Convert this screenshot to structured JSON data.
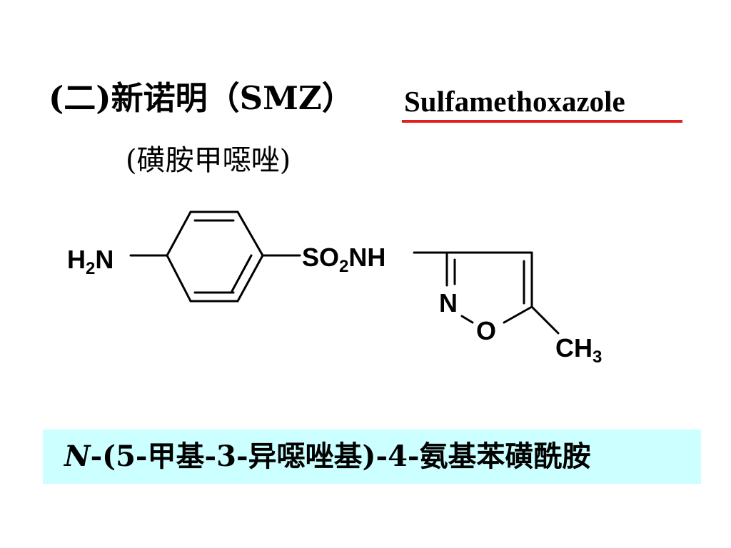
{
  "slide": {
    "title": {
      "part1": "(二)新诺明（SMZ）",
      "english_name": "Sulfamethoxazole"
    },
    "subtitle": "(磺胺甲噁唑)",
    "structure": {
      "labels": {
        "amine_h": "H",
        "amine_sub": "2",
        "amine_n": "N",
        "so2_s": "SO",
        "so2_sub": "2",
        "so2_nh": "NH",
        "ring_n": "N",
        "ring_o": "O",
        "methyl_ch": "CH",
        "methyl_sub": "3"
      }
    },
    "iupac": {
      "italic_prefix": "N",
      "rest": "-(5-甲基-3-异噁唑基)-4-氨基苯磺酰胺"
    },
    "colors": {
      "underline": "#e02020",
      "iupac_background": "#ccffff"
    }
  }
}
